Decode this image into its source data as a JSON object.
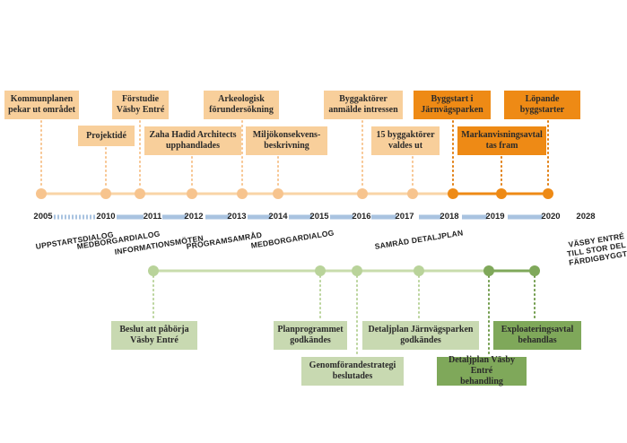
{
  "colors": {
    "orange_light": "#f8cf9b",
    "orange_dark": "#ee8a15",
    "orange_dot_light": "#f7c48e",
    "green_light": "#c8d9b1",
    "green_dark": "#7fa85a",
    "green_dot_light": "#b9d39a",
    "axis_blue": "#a9c3e0"
  },
  "top_events": [
    {
      "id": "kommunplanen",
      "label": "Kommunplanen\npekar ut området",
      "tone": "light"
    },
    {
      "id": "projektide",
      "label": "Projektidé",
      "tone": "light"
    },
    {
      "id": "forstudie",
      "label": "Förstudie\nVäsby Entré",
      "tone": "light"
    },
    {
      "id": "zaha",
      "label": "Zaha Hadid Architects\nupphandlades",
      "tone": "light"
    },
    {
      "id": "arkeologisk",
      "label": "Arkeologisk\nförundersökning",
      "tone": "light"
    },
    {
      "id": "miljokonsekvens",
      "label": "Miljökonsekvens-\nbeskrivning",
      "tone": "light"
    },
    {
      "id": "byggaktorer_anmalde",
      "label": "Byggaktörer\nanmälde intressen",
      "tone": "light"
    },
    {
      "id": "byggaktorer_valdes",
      "label": "15 byggaktörer\nvaldes ut",
      "tone": "light"
    },
    {
      "id": "byggstart",
      "label": "Byggstart i\nJärnvägsparken",
      "tone": "dark"
    },
    {
      "id": "markanvisning",
      "label": "Markanvisningsavtal\ntas fram",
      "tone": "dark"
    },
    {
      "id": "lopande",
      "label": "Löpande\nbyggstarter",
      "tone": "dark"
    }
  ],
  "years": [
    "2005",
    "2010",
    "2011",
    "2012",
    "2013",
    "2014",
    "2015",
    "2016",
    "2017",
    "2018",
    "2019",
    "2020",
    "2028"
  ],
  "stages": [
    {
      "id": "uppstartsdialog",
      "label": "UPPSTARTSDIALOG"
    },
    {
      "id": "medborgardialog1",
      "label": "MEDBORGARDIALOG"
    },
    {
      "id": "informationsmoten",
      "label": "INFORMATIONSMÖTEN"
    },
    {
      "id": "programsamrad",
      "label": "PROGRAMSAMRÅD"
    },
    {
      "id": "medborgardialog2",
      "label": "MEDBORGARDIALOG"
    },
    {
      "id": "samrad",
      "label": "SAMRÅD DETALJPLAN"
    },
    {
      "id": "vasby",
      "label": "VÄSBY ENTRÉ\nTILL STOR DEL\nFÄRDIGBYGGT"
    }
  ],
  "bottom_events": [
    {
      "id": "beslut",
      "label": "Beslut att påbörja\nVäsby Entré",
      "tone": "light"
    },
    {
      "id": "planprogrammet",
      "label": "Planprogrammet\ngodkändes",
      "tone": "light"
    },
    {
      "id": "genomforande",
      "label": "Genomförandestrategi\nbeslutades",
      "tone": "light"
    },
    {
      "id": "detaljplan_jv",
      "label": "Detaljplan Järnvägsparken\ngodkändes",
      "tone": "light"
    },
    {
      "id": "detaljplan_ve",
      "label": "Detaljplan Väsby Entré\nbehandling",
      "tone": "dark"
    },
    {
      "id": "exploatering",
      "label": "Exploateringsavtal\nbehandlas",
      "tone": "dark"
    }
  ]
}
